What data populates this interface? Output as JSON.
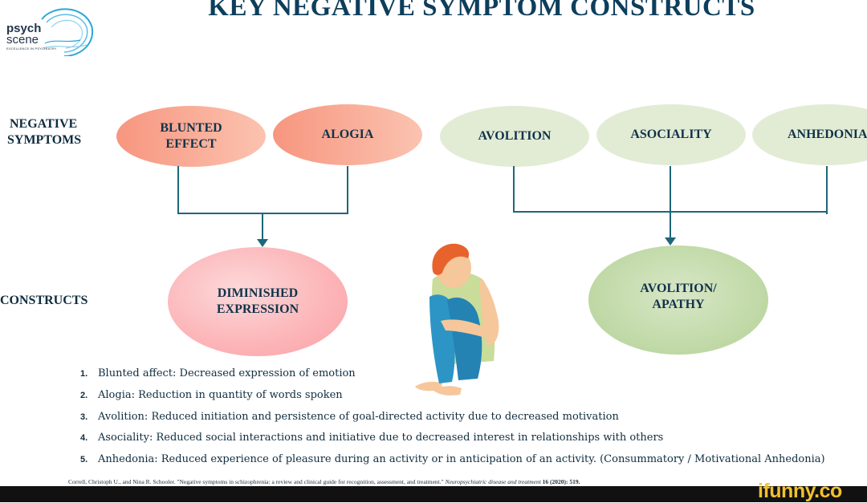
{
  "title": "KEY NEGATIVE SYMPTOM CONSTRUCTS",
  "logo": {
    "name": "psych",
    "name2": "scene",
    "tagline": "EXCELLENCE IN PSYCHIATRY"
  },
  "row_labels": {
    "symptoms_line1": "NEGATIVE",
    "symptoms_line2": "SYMPTOMS",
    "constructs": "CONSTRUCTS"
  },
  "symptoms": [
    {
      "line1": "BLUNTED",
      "line2": "EFFECT"
    },
    {
      "line1": "ALOGIA"
    },
    {
      "line1": "AVOLITION"
    },
    {
      "line1": "ASOCIALITY"
    },
    {
      "line1": "ANHEDONIA"
    }
  ],
  "constructs": [
    {
      "line1": "DIMINISHED",
      "line2": "EXPRESSION"
    },
    {
      "line1": "AVOLITION/",
      "line2": "APATHY"
    }
  ],
  "definitions": [
    {
      "num": "1.",
      "text": "Blunted affect: Decreased expression of emotion"
    },
    {
      "num": "2.",
      "text": "Alogia: Reduction in quantity of words spoken"
    },
    {
      "num": "3.",
      "text": "Avolition: Reduced initiation and persistence of goal-directed activity due to decreased motivation"
    },
    {
      "num": "4.",
      "text": "Asociality: Reduced social interactions and initiative due to decreased interest in relationships with others"
    },
    {
      "num": "5.",
      "text": "Anhedonia: Reduced experience of pleasure during an activity or in anticipation of an activity. (Consummatory / Motivational Anhedonia)"
    }
  ],
  "citation": {
    "text": "Correll, Christoph U., and Nina R. Schooler. \"Negative symptoms in schizophrenia: a review and clinical guide for recognition, assessment, and treatment.\"",
    "journal": "Neuropsychiatric disease and treatment",
    "details": "16 (2020): 519."
  },
  "watermark": "ifunny.co",
  "colors": {
    "title": "#0d3e5c",
    "connector": "#1e6679",
    "red_node": "#f7967f",
    "green_node": "#e2ecd5"
  }
}
